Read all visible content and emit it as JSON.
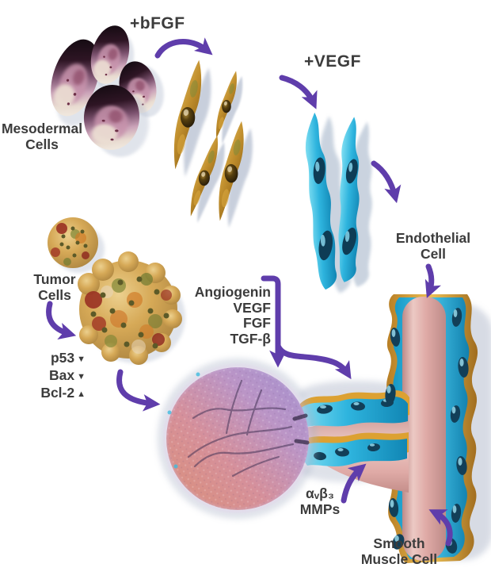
{
  "figure": {
    "stimuli": {
      "bfgf": "+bFGF",
      "vegf": "+VEGF"
    },
    "labels": {
      "mesodermal": {
        "line1": "Mesodermal",
        "line2": "Cells"
      },
      "endothelial": {
        "line1": "Endothelial",
        "line2": "Cell"
      },
      "tumor": {
        "line1": "Tumor",
        "line2": "Cells"
      },
      "smooth_muscle": {
        "line1": "Smooth",
        "line2": "Muscle Cell"
      },
      "invasion": {
        "line1": "αᵥβ₃",
        "line2": "MMPs"
      }
    },
    "angiogenic_factors": [
      "Angiogenin",
      "VEGF",
      "FGF",
      "TGF-β"
    ],
    "apoptosis_markers": [
      {
        "name": "p53",
        "symbol": "▼"
      },
      {
        "name": "Bax",
        "symbol": "▼"
      },
      {
        "name": "Bcl-2",
        "symbol": "▲"
      }
    ],
    "colors": {
      "arrow_purple": "#5f3dab",
      "label_text": "#3c3c3c",
      "endothelial_cyan": "#2eb4de",
      "smooth_muscle_gold": "#d8992e",
      "lumen_pink": "#e2b0ab",
      "angioblast_gold": "#c3912f",
      "tumor_mass_pink": "#d6909a",
      "tumor_mass_lavender": "#a18fd0",
      "background": "#ffffff"
    }
  }
}
